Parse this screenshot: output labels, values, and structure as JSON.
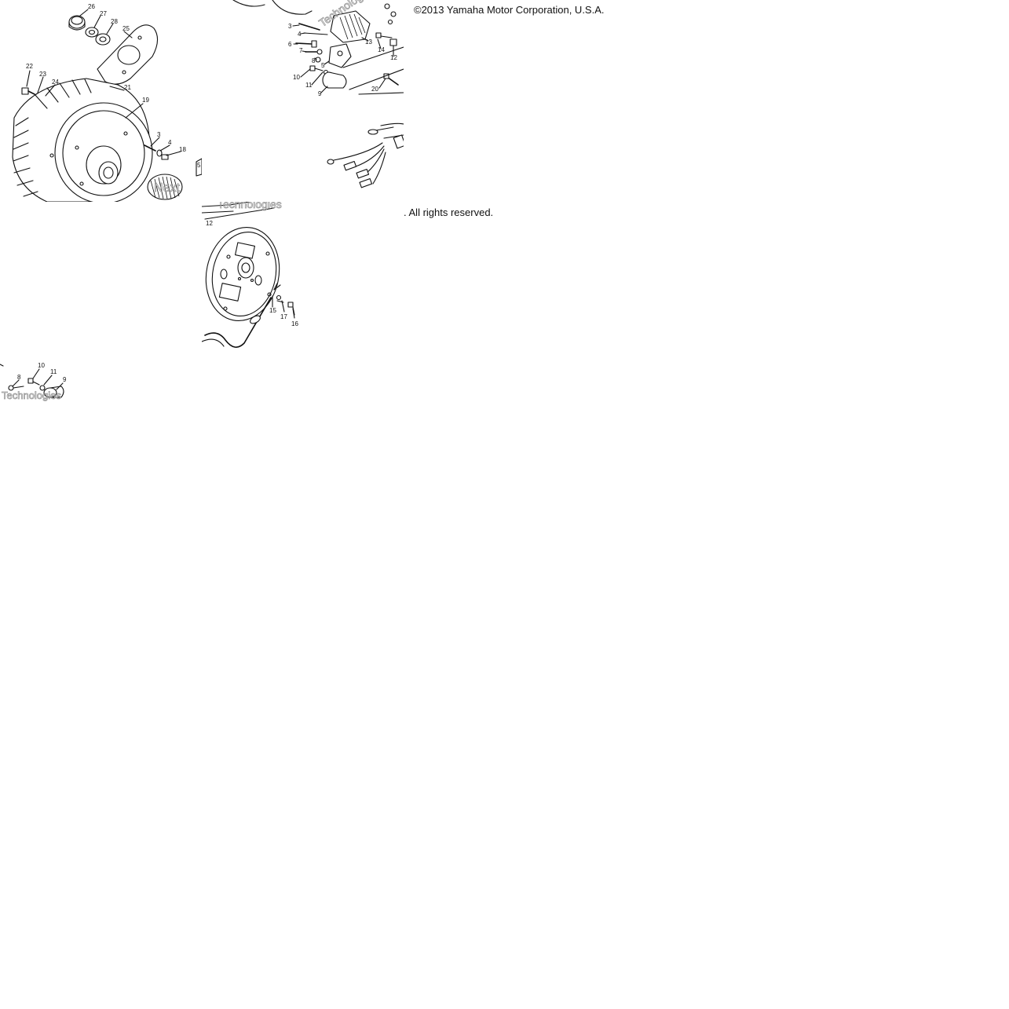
{
  "copyright": {
    "line1": "©2013 Yamaha Motor Corporation, U.S.A.",
    "line2": ". All rights reserved."
  },
  "watermark": {
    "text_a": "Next",
    "text_b": "Technologies"
  },
  "callouts": {
    "flywheel": [
      "26",
      "27",
      "28",
      "25",
      "22",
      "23",
      "24",
      "21",
      "19",
      "3",
      "4",
      "18",
      "5"
    ],
    "coil_assembly": [
      "3",
      "4",
      "6",
      "7",
      "8",
      "5",
      "10",
      "11",
      "9",
      "13",
      "14",
      "12",
      "20"
    ],
    "stator_plate": [
      "12",
      "15",
      "17",
      "16"
    ],
    "lower_fragment": [
      "10",
      "8",
      "11",
      "9"
    ]
  }
}
